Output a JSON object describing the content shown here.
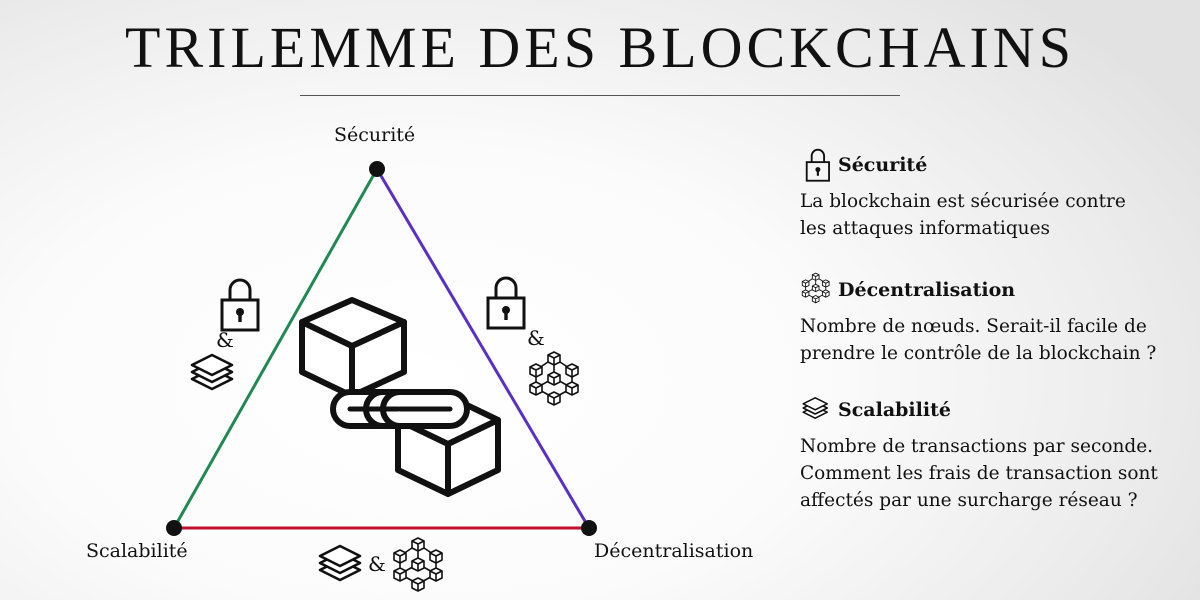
{
  "title": "TRILEMME DES BLOCKCHAINS",
  "diagram": {
    "vertices": {
      "top": "Sécurité",
      "left": "Scalabilité",
      "right": "Décentralisation"
    },
    "edge_connector": "&",
    "colors": {
      "left_edge": "#1e8a52",
      "right_edge": "#5a2ec8",
      "bottom_edge": "#c0102e"
    },
    "edge_icons": {
      "left": [
        "lock-icon",
        "layers-icon"
      ],
      "right": [
        "lock-icon",
        "network-icon"
      ],
      "bottom": [
        "layers-icon",
        "network-icon"
      ]
    },
    "center_icon": "blockchain-link-icon"
  },
  "legend": [
    {
      "icon": "lock-icon",
      "heading": "Sécurité",
      "lines": [
        "La blockchain est sécurisée contre",
        "les attaques informatiques"
      ]
    },
    {
      "icon": "network-icon",
      "heading": "Décentralisation",
      "lines": [
        "Nombre de nœuds. Serait-il facile de",
        "prendre le contrôle de la blockchain ?"
      ]
    },
    {
      "icon": "layers-icon",
      "heading": "Scalabilité",
      "lines": [
        "Nombre de transactions par seconde.",
        "Comment les frais de transaction sont",
        "affectés par une surcharge réseau ?"
      ]
    }
  ]
}
